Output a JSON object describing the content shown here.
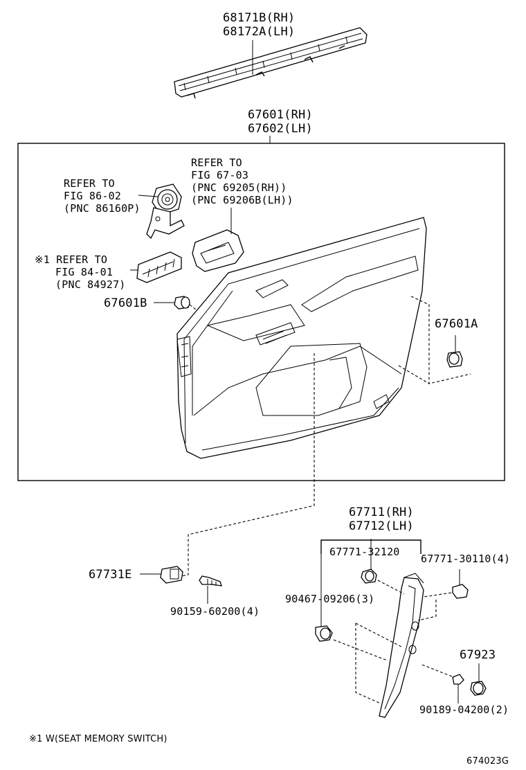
{
  "diagram": {
    "weatherstrip": {
      "rh": "68171B(RH)",
      "lh": "68172A(LH)"
    },
    "door_trim_board": {
      "rh": "67601(RH)",
      "lh": "67602(LH)"
    },
    "ref_speaker": {
      "line1": "REFER TO",
      "line2": "FIG 86-02",
      "line3": "(PNC 86160P)"
    },
    "ref_handle": {
      "line1": "REFER TO",
      "line2": "FIG 67-03",
      "line3": "(PNC 69205(RH))",
      "line4": "(PNC 69206B(LH))"
    },
    "ref_switch": {
      "line1": "※1 REFER TO",
      "line2": "FIG 84-01",
      "line3": "(PNC 84927)"
    },
    "clip_b": "67601B",
    "clip_a": "67601A",
    "courtesy_cover": {
      "rh": "67711(RH)",
      "lh": "67712(LH)"
    },
    "cover_clip": "67771-32120",
    "cover_clip_2": "67771-30110(4)",
    "clip_e": "67731E",
    "screw_1": "90467-09206(3)",
    "screw_2": "90159-60200(4)",
    "cap": "67923",
    "screw_3": "90189-04200(2)",
    "note": "※1 W(SEAT MEMORY SWITCH)",
    "figure_id": "674023G"
  }
}
